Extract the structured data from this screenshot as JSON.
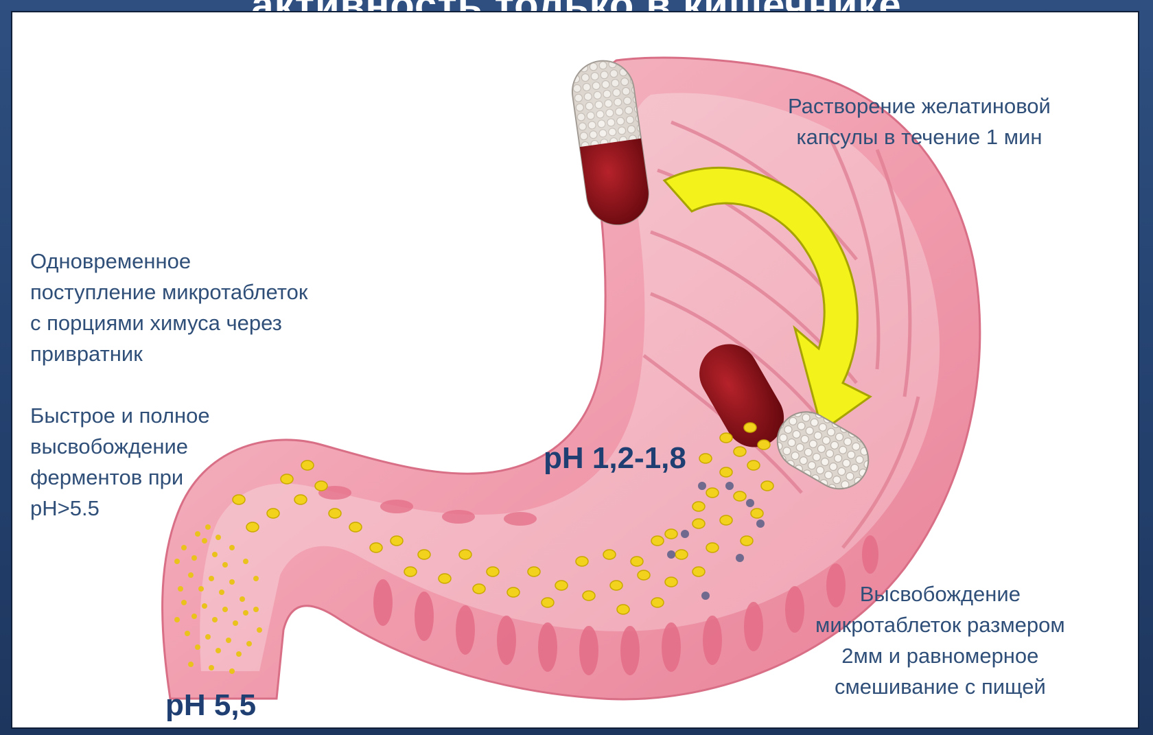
{
  "slide": {
    "title": "активность только в кишечнике"
  },
  "annotations": {
    "capsule_dissolution": {
      "line1": "Растворение желатиновой",
      "line2": "капсулы в течение 1 мин"
    },
    "simultaneous_entry": {
      "line1": "Одновременное",
      "line2": "поступление микротаблеток",
      "line3": "с порциями химуса через",
      "line4": "привратник"
    },
    "enzyme_release": {
      "line1": "Быстрое и полное",
      "line2": "высвобождение",
      "line3": "ферментов при",
      "line4": "pH>5.5"
    },
    "microtablet_release": {
      "line1": "Высвобождение",
      "line2": "микротаблеток  размером",
      "line3": "2мм и равномерное",
      "line4": "смешивание с пищей"
    }
  },
  "ph_labels": {
    "stomach": "pH 1,2-1,8",
    "duodenum": "pH 5,5"
  },
  "colors": {
    "background": "#23406d",
    "panel": "#ffffff",
    "annotation_text": "#2f4f79",
    "ph_text": "#1f3f72",
    "stomach_tissue": "#f2a5b3",
    "capsule_red": "#8b0f17",
    "arrow_yellow": "#f3f21a",
    "microtablet": "#f2d21c"
  },
  "icons": [
    "stomach-illustration",
    "capsule-icon",
    "open-capsule-icon",
    "curved-arrow-icon",
    "microtablet-dots"
  ]
}
